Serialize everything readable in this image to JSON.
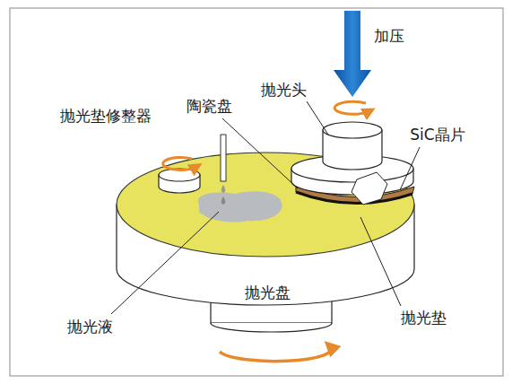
{
  "diagram": {
    "labels": [
      "加压",
      "抛光头",
      "SiC晶片",
      "抛光垫修整器",
      "陶瓷盘",
      "抛光盘",
      "抛光液",
      "抛光垫"
    ]
  }
}
